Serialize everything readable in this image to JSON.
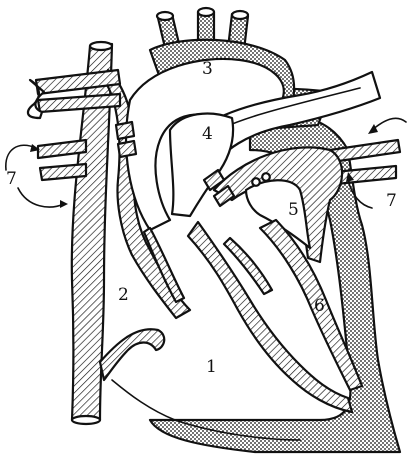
{
  "figure": {
    "labels": [
      {
        "key": "one",
        "text": "1"
      },
      {
        "key": "two",
        "text": "2"
      },
      {
        "key": "three",
        "text": "3"
      },
      {
        "key": "four",
        "text": "4"
      },
      {
        "key": "five",
        "text": "5"
      },
      {
        "key": "six",
        "text": "6"
      },
      {
        "key": "seven_left",
        "text": "7"
      },
      {
        "key": "seven_right",
        "text": "7"
      }
    ]
  }
}
